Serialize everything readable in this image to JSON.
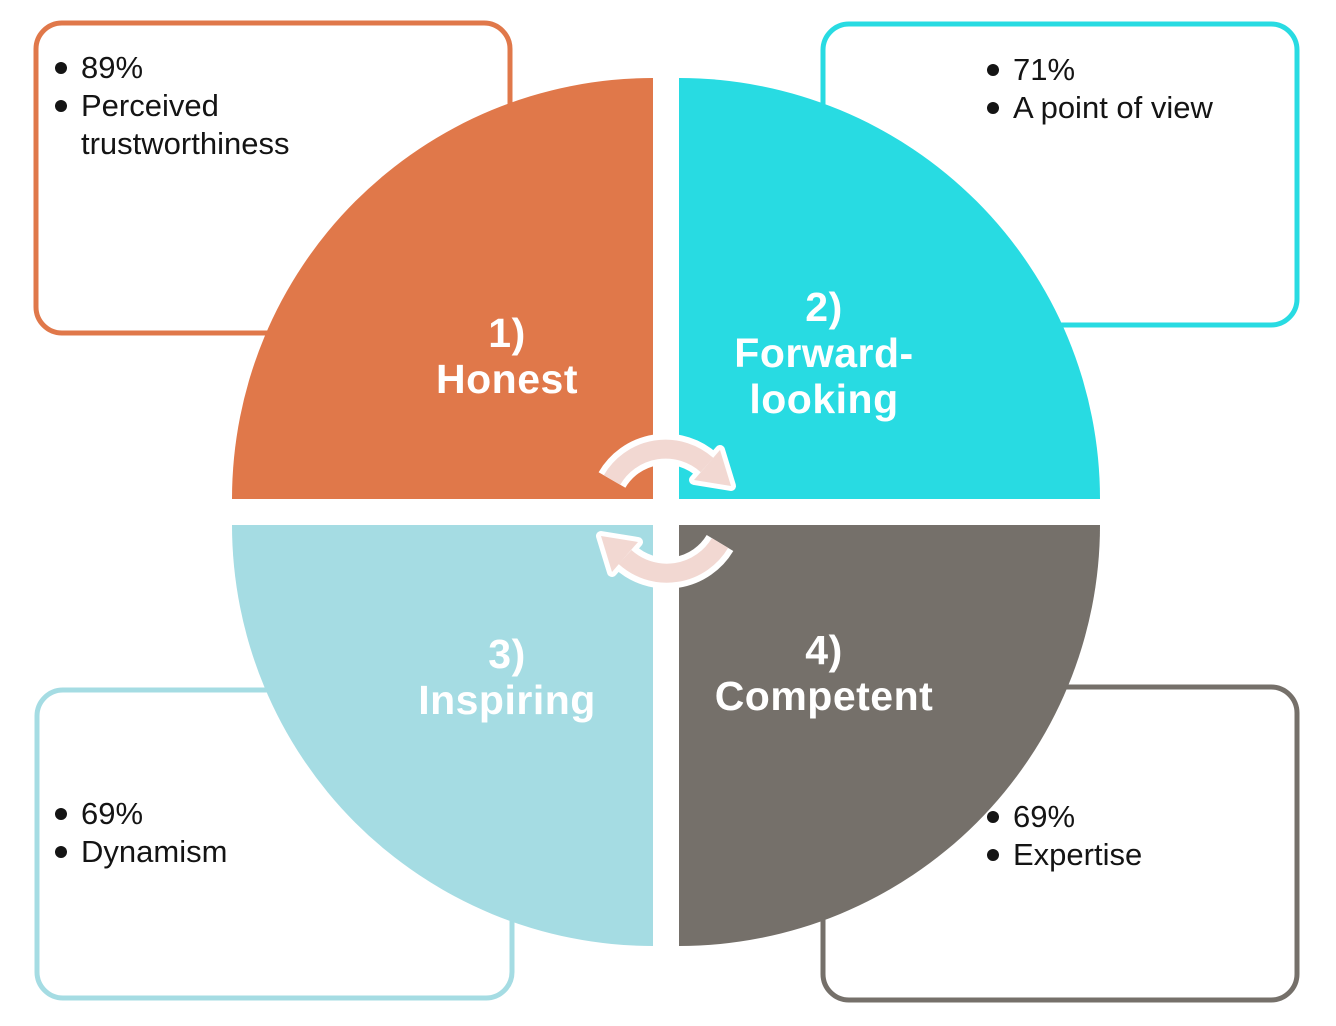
{
  "diagram": {
    "type": "four-quadrant-cycle",
    "background_color": "#ffffff",
    "center_icon": {
      "name": "cycle-arrows",
      "arrow_color": "#f2d8d2",
      "outline_color": "#ffffff"
    }
  },
  "quadrants": [
    {
      "num_label": "1)",
      "name_lines": [
        "Honest"
      ],
      "stat": "89%",
      "attribute": "Perceived trustworthiness",
      "color": "#e0784a"
    },
    {
      "num_label": "2)",
      "name_lines": [
        "Forward-",
        "looking"
      ],
      "stat": "71%",
      "attribute": "A point of view",
      "color": "#28dbe2"
    },
    {
      "num_label": "3)",
      "name_lines": [
        "Inspiring"
      ],
      "stat": "69%",
      "attribute": "Dynamism",
      "color": "#a5dce3"
    },
    {
      "num_label": "4)",
      "name_lines": [
        "Competent"
      ],
      "stat": "69%",
      "attribute": "Expertise",
      "color": "#75706a"
    }
  ]
}
